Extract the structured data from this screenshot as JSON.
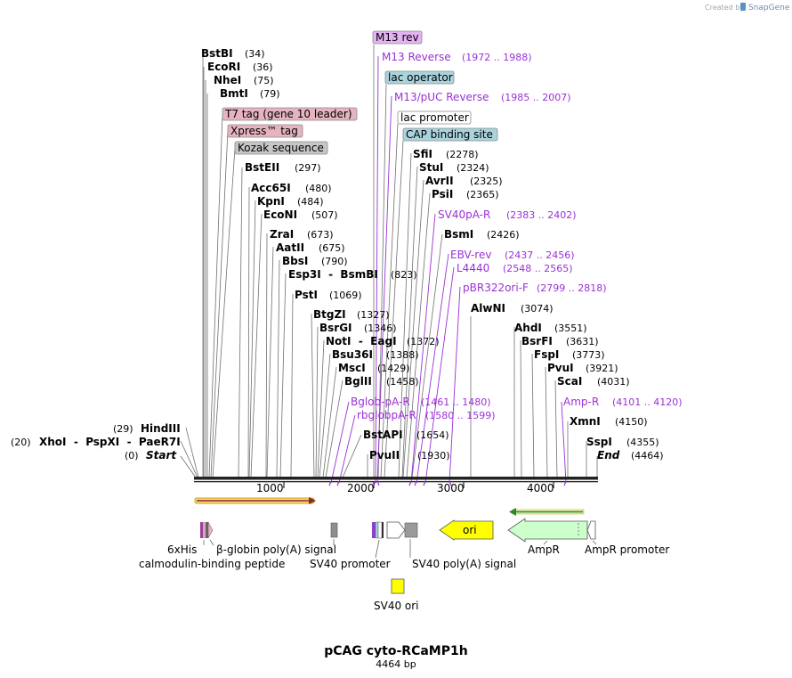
{
  "branding": {
    "created_by": "Created by",
    "app": "SnapGene"
  },
  "plasmid": {
    "name": "pCAG cyto-RCaMP1h",
    "length_label": "4464 bp",
    "length": 4464
  },
  "ruler": {
    "ticks": [
      "1000",
      "2000",
      "3000",
      "4000"
    ]
  },
  "colors": {
    "primer": "#9b30d6",
    "site_line": "#555555",
    "backbone": "#222222"
  },
  "enzymes_left": [
    {
      "pre": "(29)",
      "name": "HindIII",
      "post": ""
    },
    {
      "pre": "(20)",
      "name": "XhoI  -  PspXI  -  PaeR7I",
      "post": ""
    },
    {
      "pre": "(0)",
      "name": "Start",
      "post": ""
    }
  ],
  "enzymes": [
    {
      "name": "BstBI",
      "pos": "(34)"
    },
    {
      "name": "EcoRI",
      "pos": "(36)"
    },
    {
      "name": "NheI",
      "pos": "(75)"
    },
    {
      "name": "BmtI",
      "pos": "(79)"
    },
    {
      "name": "BstEII",
      "pos": "(297)"
    },
    {
      "name": "Acc65I",
      "pos": "(480)"
    },
    {
      "name": "KpnI",
      "pos": "(484)"
    },
    {
      "name": "EcoNI",
      "pos": "(507)"
    },
    {
      "name": "ZraI",
      "pos": "(673)"
    },
    {
      "name": "AatII",
      "pos": "(675)"
    },
    {
      "name": "BbsI",
      "pos": "(790)"
    },
    {
      "name": "Esp3I  -  BsmBI",
      "pos": "(823)"
    },
    {
      "name": "PstI",
      "pos": "(1069)"
    },
    {
      "name": "BtgZI",
      "pos": "(1327)"
    },
    {
      "name": "BsrGI",
      "pos": "(1346)"
    },
    {
      "name": "NotI  -  EagI",
      "pos": "(1372)"
    },
    {
      "name": "Bsu36I",
      "pos": "(1388)"
    },
    {
      "name": "MscI",
      "pos": "(1429)"
    },
    {
      "name": "BglII",
      "pos": "(1458)"
    },
    {
      "name": "BstAPI",
      "pos": "(1654)"
    },
    {
      "name": "PvuII",
      "pos": "(1930)"
    },
    {
      "name": "SfiI",
      "pos": "(2278)"
    },
    {
      "name": "StuI",
      "pos": "(2324)"
    },
    {
      "name": "AvrII",
      "pos": "(2325)"
    },
    {
      "name": "PsiI",
      "pos": "(2365)"
    },
    {
      "name": "BsmI",
      "pos": "(2426)"
    },
    {
      "name": "AlwNI",
      "pos": "(3074)"
    },
    {
      "name": "AhdI",
      "pos": "(3551)"
    },
    {
      "name": "BsrFI",
      "pos": "(3631)"
    },
    {
      "name": "FspI",
      "pos": "(3773)"
    },
    {
      "name": "PvuI",
      "pos": "(3921)"
    },
    {
      "name": "ScaI",
      "pos": "(4031)"
    },
    {
      "name": "XmnI",
      "pos": "(4150)"
    },
    {
      "name": "SspI",
      "pos": "(4355)"
    },
    {
      "name": "End",
      "pos": "(4464)"
    }
  ],
  "primers": [
    {
      "name": "M13 Reverse",
      "range": "(1972 .. 1988)"
    },
    {
      "name": "M13/pUC Reverse",
      "range": "(1985 .. 2007)"
    },
    {
      "name": "SV40pA-R",
      "range": "(2383 .. 2402)"
    },
    {
      "name": "EBV-rev",
      "range": "(2437 .. 2456)"
    },
    {
      "name": "L4440",
      "range": "(2548 .. 2565)"
    },
    {
      "name": "pBR322ori-F",
      "range": "(2799 .. 2818)"
    },
    {
      "name": "Bglob-pA-R",
      "range": "(1461 .. 1480)"
    },
    {
      "name": "rbglobpA-R",
      "range": "(1580 .. 1599)"
    },
    {
      "name": "Amp-R",
      "range": "(4101 .. 4120)"
    }
  ],
  "boxed_labels": [
    {
      "text": "M13 rev",
      "fill": "#e4b3f2"
    },
    {
      "text": "lac operator",
      "fill": "#a9d3dd"
    },
    {
      "text": "lac promoter",
      "fill": "#ffffff"
    },
    {
      "text": "CAP binding site",
      "fill": "#a9d3dd"
    },
    {
      "text": "T7 tag (gene 10 leader)",
      "fill": "#e6b4c0"
    },
    {
      "text": "Xpress™ tag",
      "fill": "#e6b4c0"
    },
    {
      "text": "Kozak sequence",
      "fill": "#c6c6c6"
    }
  ],
  "features": {
    "ori": "ori",
    "ampr": "AmpR",
    "ampr_promoter": "AmpR promoter",
    "his": "6xHis",
    "cbp": "calmodulin-binding peptide",
    "bglob": "β-globin poly(A) signal",
    "sv40_promoter": "SV40 promoter",
    "sv40_polya": "SV40 poly(A) signal",
    "sv40_ori": "SV40 ori"
  }
}
